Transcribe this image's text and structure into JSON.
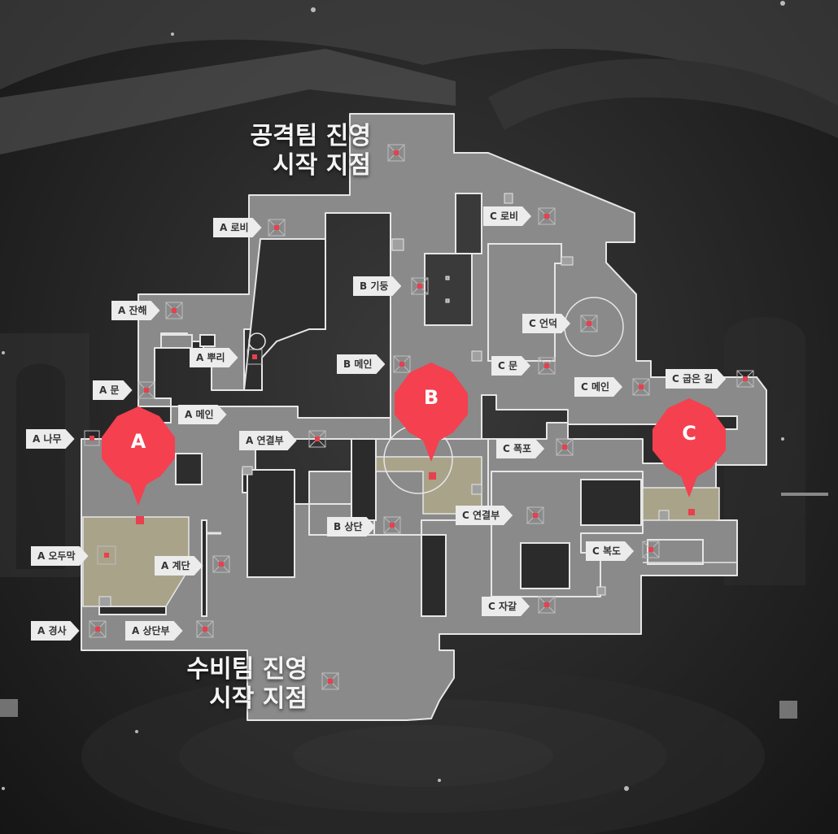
{
  "map": {
    "spawn_attack": {
      "line1": "공격팀 진영",
      "line2": "시작 지점"
    },
    "spawn_defense": {
      "line1": "수비팀 진영",
      "line2": "시작 지점"
    },
    "sites": {
      "a": "A",
      "b": "B",
      "c": "C"
    },
    "callouts": {
      "a_lobby": "A 로비",
      "a_rubble": "A 잔해",
      "a_root": "A 뿌리",
      "a_door": "A 문",
      "a_main": "A 메인",
      "a_tree": "A 나무",
      "a_link": "A 연결부",
      "a_hut": "A 오두막",
      "a_stairs": "A 계단",
      "a_slope": "A 경사",
      "a_top": "A 상단부",
      "b_pillar": "B 기둥",
      "b_main": "B 메인",
      "b_top": "B 상단",
      "c_lobby": "C 로비",
      "c_hill": "C 언덕",
      "c_door": "C 문",
      "c_main": "C 메인",
      "c_bend": "C 굽은 길",
      "c_falls": "C 폭포",
      "c_link": "C 연결부",
      "c_hall": "C 복도",
      "c_pebble": "C 자갈"
    },
    "colors": {
      "floor": "#8a8a8a",
      "wall_outline": "#e6e6e6",
      "site_zone": "#a9a38a",
      "pin": "#f4404f",
      "marker": "#e8404e",
      "label_bg": "#ececec"
    }
  }
}
